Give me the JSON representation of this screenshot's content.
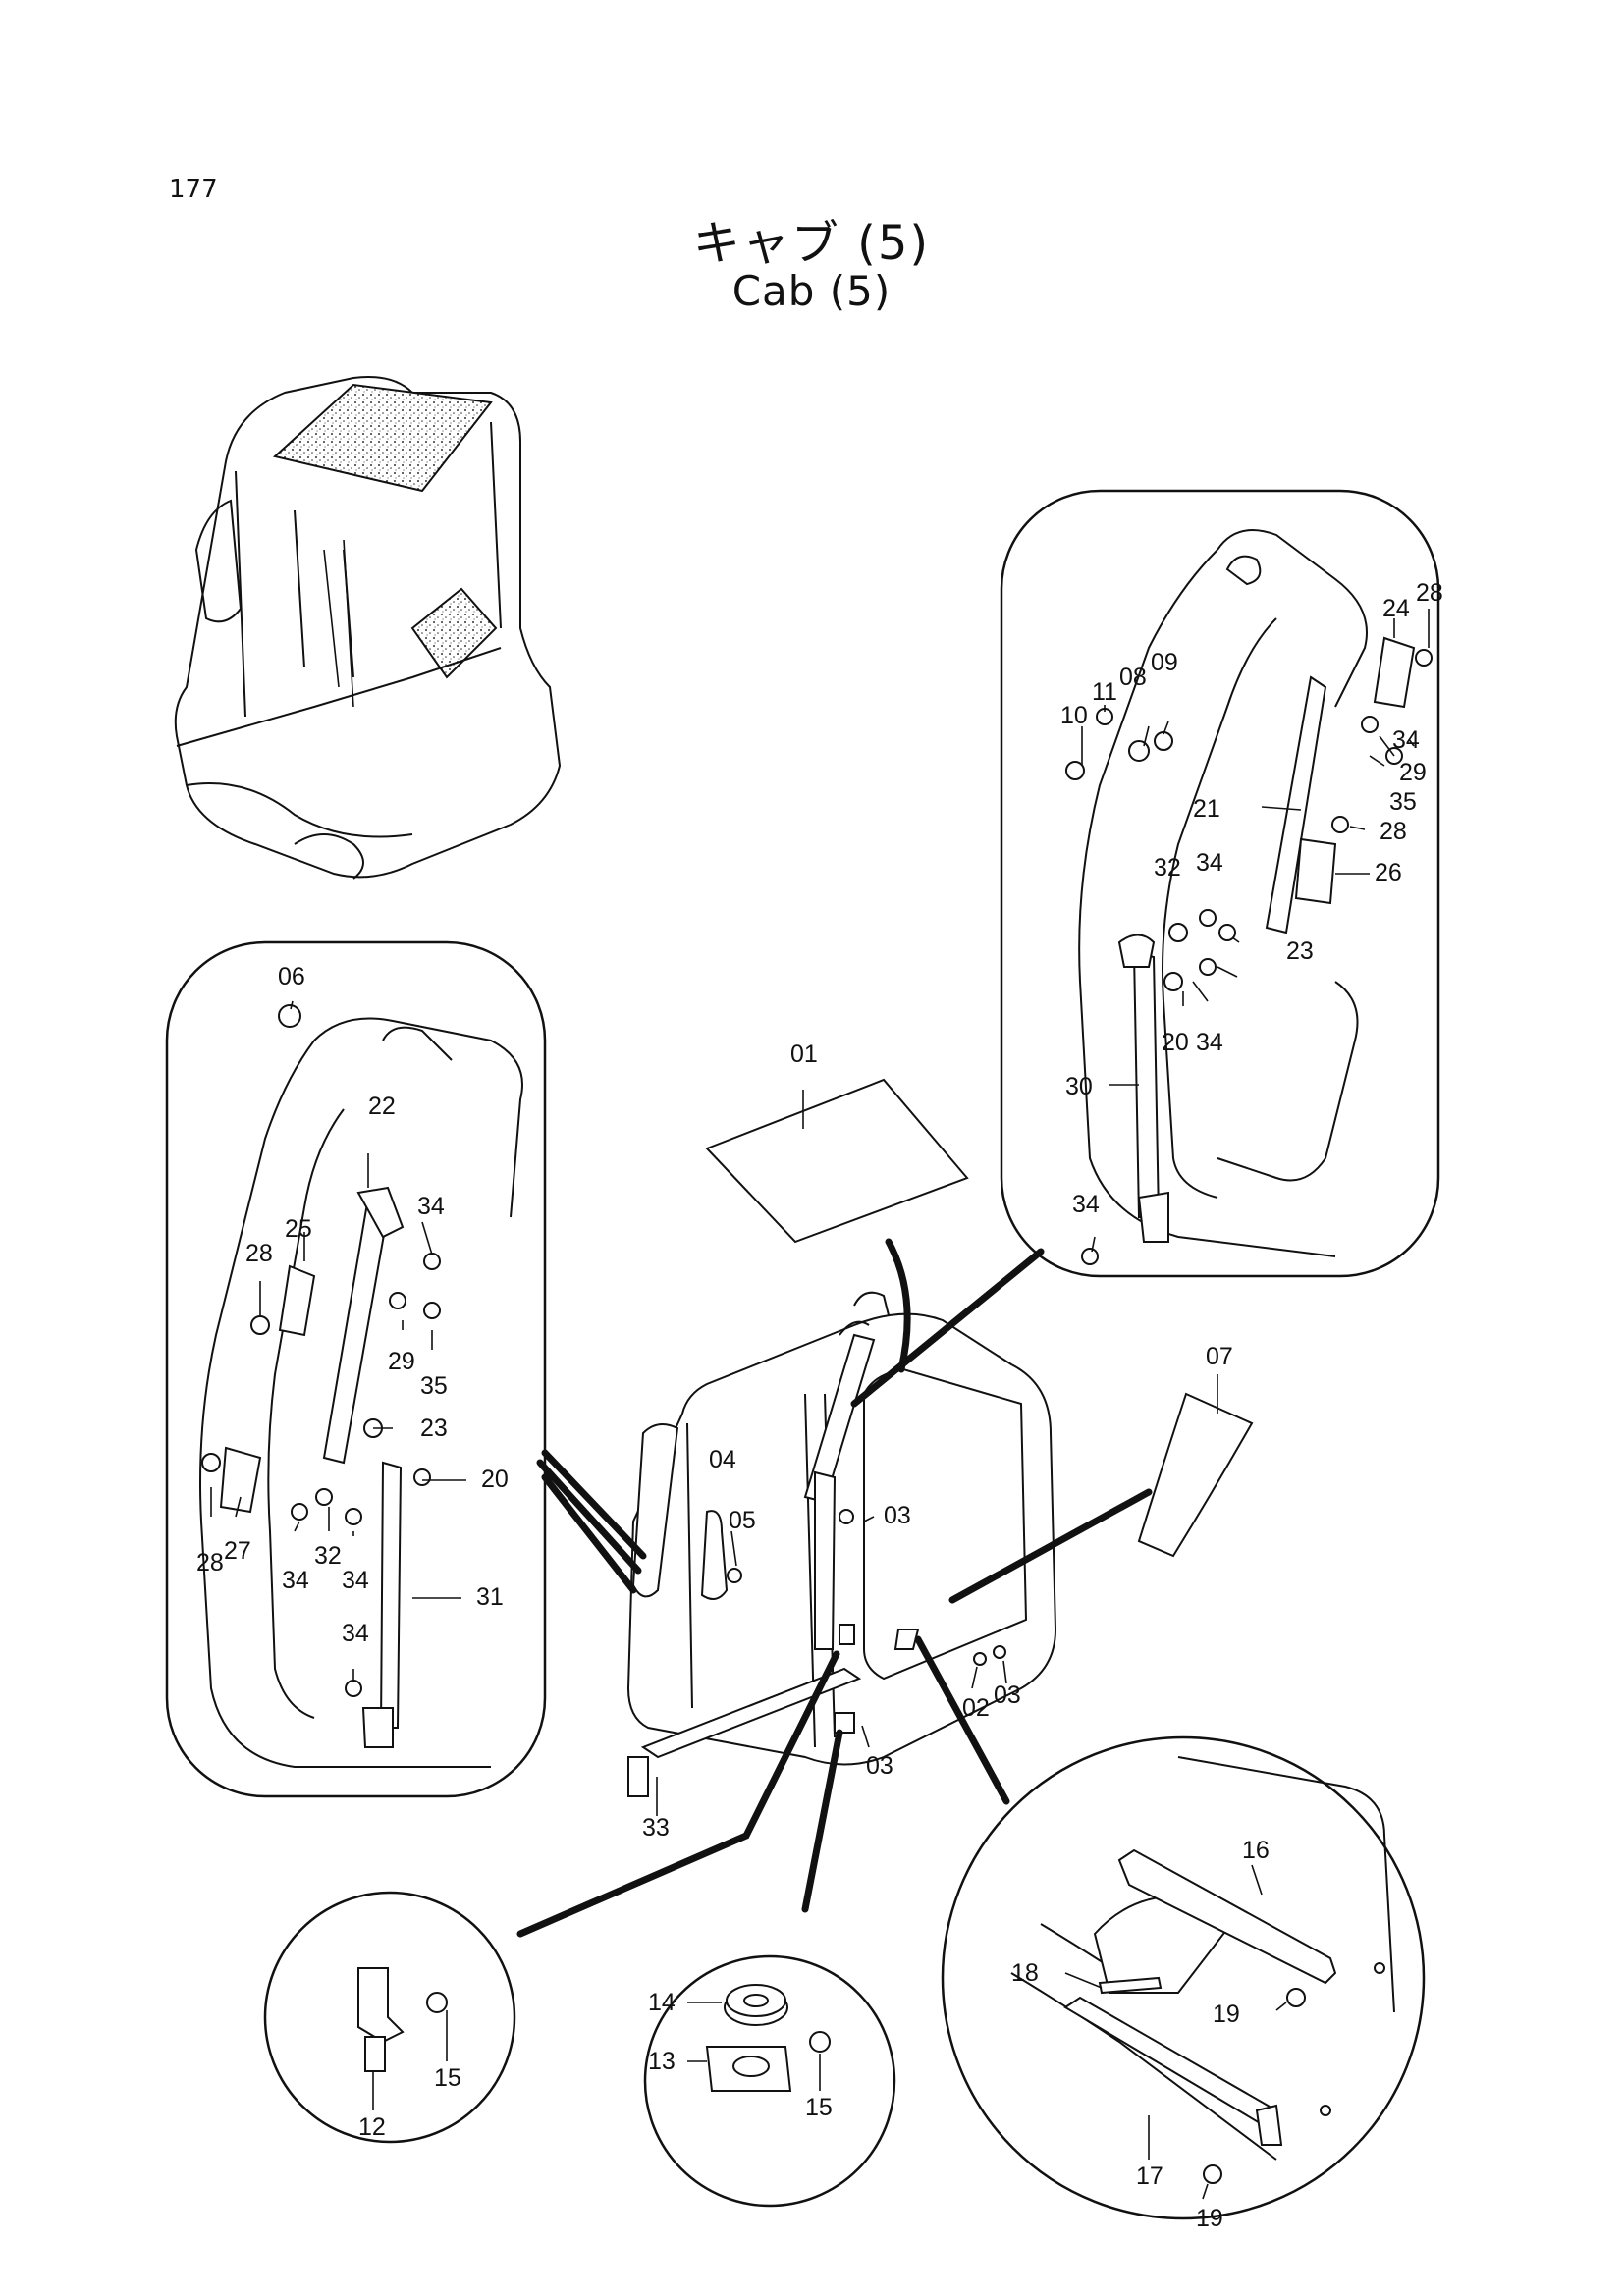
{
  "page_number": "177",
  "title_jp": "キャブ (5)",
  "title_en": "Cab (5)",
  "callouts": {
    "top_right": [
      "28",
      "24",
      "11",
      "08",
      "09",
      "10",
      "29",
      "35",
      "21",
      "28",
      "34",
      "32",
      "26",
      "23",
      "20",
      "34",
      "30",
      "34",
      "34"
    ],
    "left": [
      "06",
      "22",
      "34",
      "25",
      "28",
      "29",
      "35",
      "23",
      "20",
      "28",
      "27",
      "34",
      "32",
      "34",
      "31",
      "34"
    ],
    "center": [
      "01",
      "04",
      "05",
      "03",
      "07",
      "02",
      "03",
      "03",
      "33"
    ],
    "bottom_left": [
      "15",
      "12"
    ],
    "bottom_mid": [
      "14",
      "13",
      "15"
    ],
    "bottom_right": [
      "16",
      "18",
      "19",
      "17",
      "19"
    ]
  }
}
